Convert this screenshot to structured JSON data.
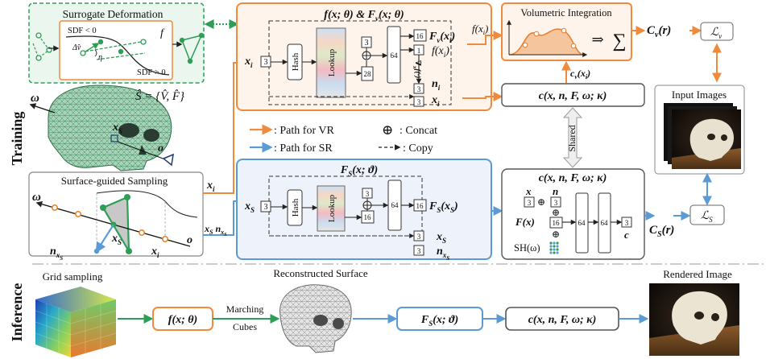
{
  "side_labels": {
    "training": "Training",
    "inference": "Inference"
  },
  "colors": {
    "vr": "#F08A3C",
    "sr": "#5B9BD5",
    "sr_fill": "#EEF3FB",
    "deform_green": "#2E9E57",
    "shared_gray": "#BDBDBD"
  },
  "surrogate": {
    "title": "Surrogate Deformation",
    "f": "f",
    "sdf_lt": "SDF < 0",
    "sdf_gt": "SDF > 0",
    "dv": "Δv̂",
    "eta": "η"
  },
  "shat": "Ŝ = {V̂, F̂}",
  "skull_labels": {
    "omega": "ω",
    "xs": "x",
    "xs_sub": "S",
    "o": "o"
  },
  "sampling": {
    "title": "Surface-guided Sampling",
    "omega": "ω",
    "xs": "x",
    "xs_sub": "S",
    "n": "n",
    "n_sub": "x",
    "n_subsub": "S",
    "xi": "x",
    "xi_sub": "i",
    "o": "o"
  },
  "vr_net": {
    "title": "f(x; θ) & F",
    "title_v": "v",
    "title_tail": "(x; θ)",
    "input": "x",
    "input_sub": "i",
    "hash": "Hash",
    "lookup": "Lookup",
    "d3": "3",
    "d28": "28",
    "d64": "64",
    "d16": "16",
    "d1": "1",
    "out_F": "F",
    "out_F_sub": "v",
    "out_F_arg": "(x",
    "out_F_argsub": "i",
    "close": ")",
    "out_f": "f(x",
    "out_f_sub": "i",
    "grad": "∇",
    "grad_sub": "x",
    "grad_tail": "f(·)",
    "out_n": "n",
    "out_n_sub": "i",
    "out_x": "x",
    "out_x_sub": "i"
  },
  "vol": {
    "title": "Volumetric Integration",
    "arrow": "⇒",
    "sum": "∑",
    "fx": "f(x",
    "fx_sub": "i"
  },
  "cv_out": {
    "C": "C",
    "sub": "v",
    "arg": "(r)"
  },
  "lv": {
    "L": "ℒ",
    "sub": "v"
  },
  "c_vr": "c(x, n, F, ω; κ)",
  "cv_mid": {
    "c": "c",
    "sub": "v",
    "arg": "(x",
    "argsub": "i",
    "close": ")"
  },
  "shared": "Shared",
  "input_images": "Input Images",
  "legend": {
    "vr": ": Path for VR",
    "sr": ": Path for SR",
    "concat": ": Concat",
    "copy": ": Copy",
    "plus": "⊕"
  },
  "sr_net": {
    "title": "F",
    "title_sub": "S",
    "title_tail": "(x; ϑ)",
    "input": "x",
    "input_sub": "S",
    "hash": "Hash",
    "lookup": "Lookup",
    "d3": "3",
    "d16": "16",
    "d64": "64",
    "out_F": "F",
    "out_F_sub": "S",
    "out_F_arg": "(x",
    "out_F_argsub": "S",
    "close": ")",
    "out_x": "x",
    "out_x_sub": "S",
    "out_n": "n",
    "out_n_sub": "x",
    "out_n_subsub": "S"
  },
  "xi_label": {
    "x": "x",
    "sub": "i"
  },
  "xs_ns_label": {
    "x": "x",
    "xsub": "S",
    "n": "n",
    "nsub": "x",
    "nsubsub": "S"
  },
  "c_sr": {
    "title": "c(x, n, F, ω; κ)",
    "x": "x",
    "n": "n",
    "F": "F(x)",
    "sh": "SH(ω)",
    "d3": "3",
    "d16": "16",
    "d64": "64",
    "out": "c",
    "plus": "⊕"
  },
  "cs_out": {
    "C": "C",
    "sub": "S",
    "arg": "(r)"
  },
  "ls": {
    "L": "ℒ",
    "sub": "S"
  },
  "inference": {
    "grid": "Grid sampling",
    "f": "f(x; θ)",
    "mc1": "Marching",
    "mc2": "Cubes",
    "recon": "Reconstructed Surface",
    "F": "F",
    "F_sub": "S",
    "F_tail": "(x; ϑ)",
    "c": "c(x, n, F, ω; κ)",
    "rendered": "Rendered Image"
  }
}
